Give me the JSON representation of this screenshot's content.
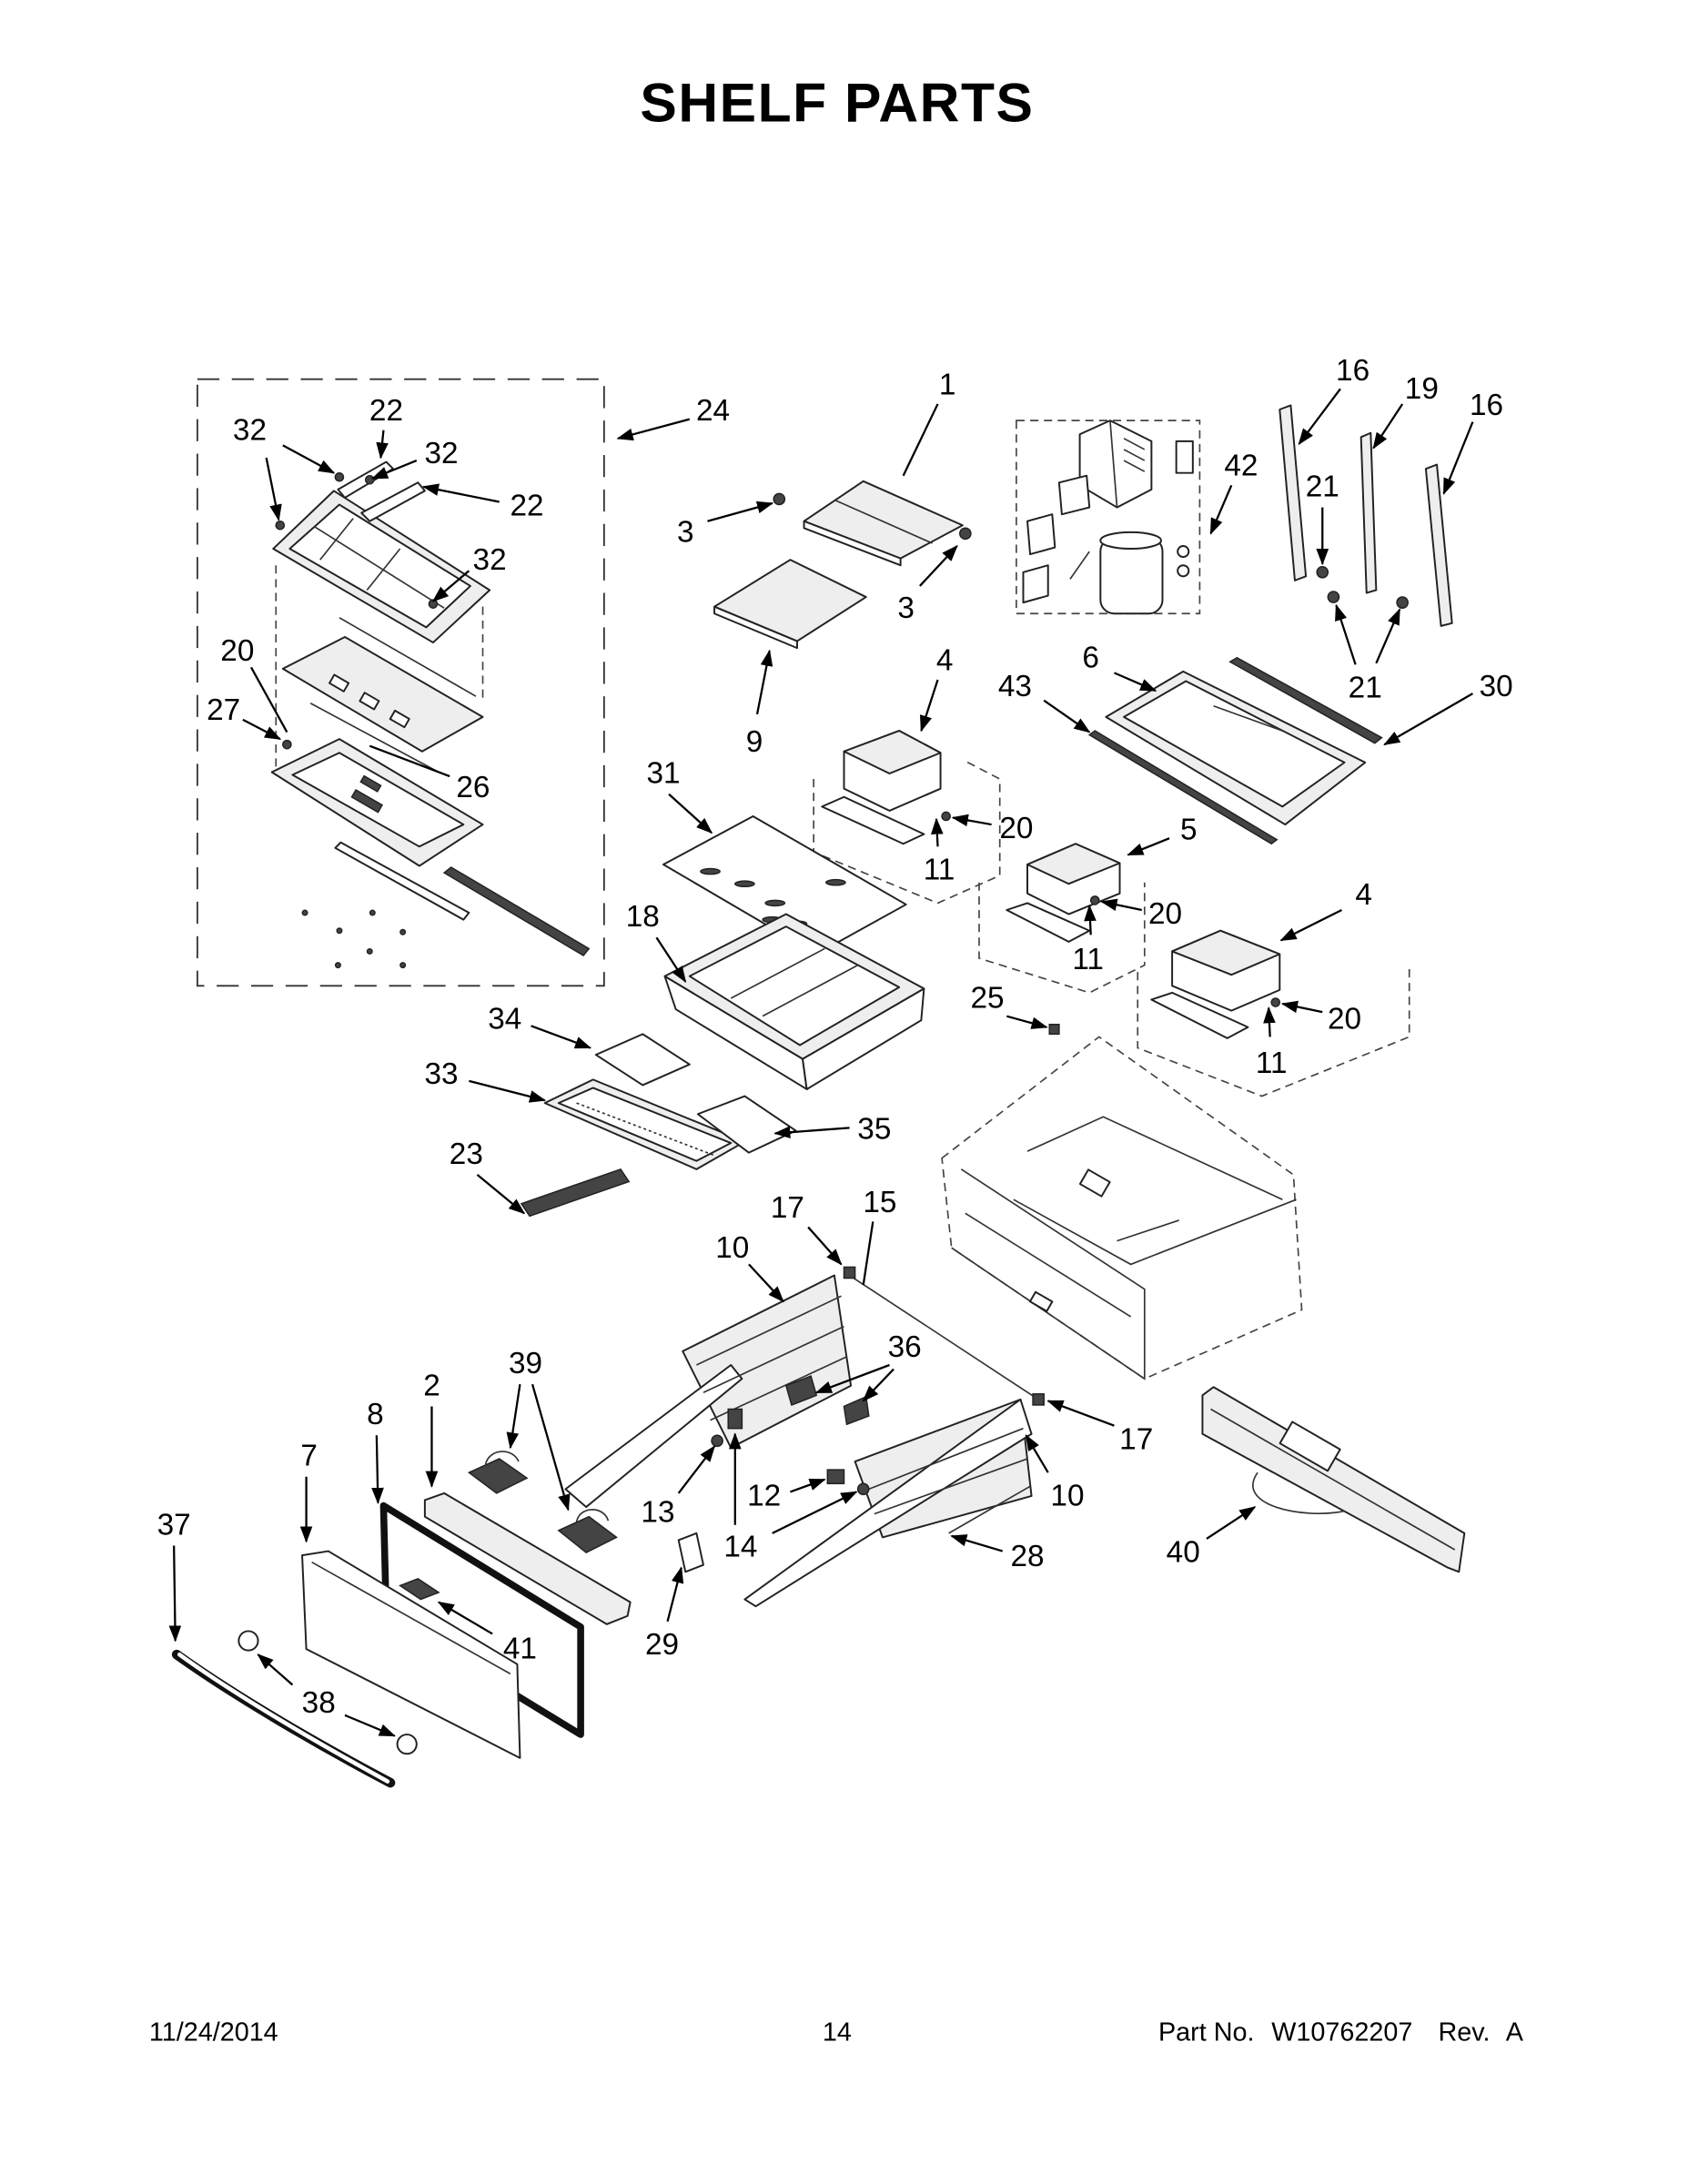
{
  "title": "SHELF PARTS",
  "callouts": [
    "24",
    "22",
    "32",
    "32",
    "22",
    "32",
    "20",
    "27",
    "26",
    "1",
    "3",
    "3",
    "9",
    "42",
    "16",
    "19",
    "16",
    "21",
    "21",
    "30",
    "6",
    "43",
    "4",
    "20",
    "11",
    "31",
    "5",
    "20",
    "11",
    "4",
    "20",
    "11",
    "18",
    "25",
    "34",
    "33",
    "35",
    "23",
    "17",
    "15",
    "10",
    "36",
    "17",
    "39",
    "2",
    "8",
    "7",
    "37",
    "13",
    "12",
    "10",
    "14",
    "28",
    "40",
    "41",
    "29",
    "38"
  ],
  "footer": {
    "date": "11/24/2014",
    "page": "14",
    "part_label": "Part No.",
    "part_number": "W10762207",
    "rev_label": "Rev.",
    "rev": "A"
  }
}
